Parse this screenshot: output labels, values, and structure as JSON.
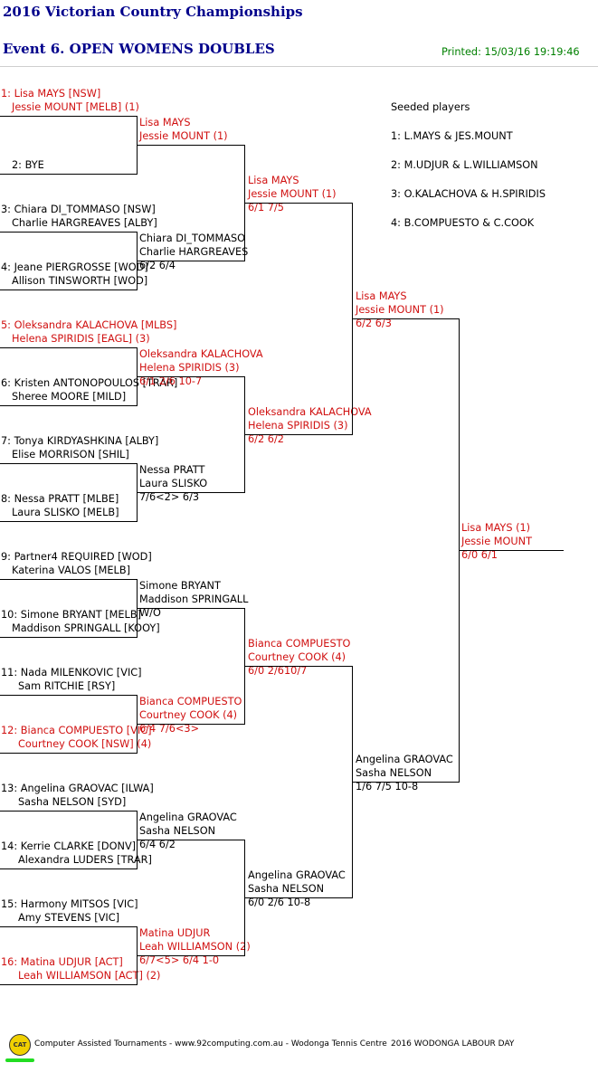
{
  "header": {
    "title": "2016 Victorian Country Championships",
    "event": "Event 6. OPEN WOMENS DOUBLES",
    "printed": "Printed: 15/03/16 19:19:46"
  },
  "seeded": {
    "heading": "Seeded players",
    "items": [
      "1: L.MAYS & JES.MOUNT",
      "2: M.UDJUR & L.WILLIAMSON",
      "3: O.KALACHOVA & H.SPIRIDIS",
      "4: B.COMPUESTO & C.COOK"
    ]
  },
  "round1": [
    {
      "l1": "1: Lisa MAYS [NSW]",
      "l2": "Jessie MOUNT [MELB] (1)"
    },
    {
      "l1": "",
      "l2": "2: BYE"
    },
    {
      "l1": "3: Chiara DI_TOMMASO [NSW]",
      "l2": "Charlie HARGREAVES [ALBY]"
    },
    {
      "l1": "4: Jeane PIERGROSSE [WOD]",
      "l2": "Allison TINSWORTH [WOD]"
    },
    {
      "l1": "5: Oleksandra KALACHOVA [MLBS]",
      "l2": "Helena SPIRIDIS [EAGL] (3)"
    },
    {
      "l1": "6: Kristen ANTONOPOULOS [TRAR]",
      "l2": "Sheree MOORE [MILD]"
    },
    {
      "l1": "7: Tonya KIRDYASHKINA [ALBY]",
      "l2": "Elise MORRISON [SHIL]"
    },
    {
      "l1": "8: Nessa PRATT [MLBE]",
      "l2": "Laura SLISKO [MELB]"
    },
    {
      "l1": "9: Partner4 REQUIRED [WOD]",
      "l2": "Katerina VALOS [MELB]"
    },
    {
      "l1": "10: Simone BRYANT [MELB]",
      "l2": "Maddison SPRINGALL [KOOY]"
    },
    {
      "l1": "11: Nada MILENKOVIC [VIC]",
      "l2": "Sam RITCHIE [RSY]"
    },
    {
      "l1": "12: Bianca COMPUESTO [VIC]",
      "l2": "Courtney COOK [NSW] (4)"
    },
    {
      "l1": "13: Angelina GRAOVAC [ILWA]",
      "l2": "Sasha NELSON [SYD]"
    },
    {
      "l1": "14: Kerrie CLARKE [DONV]",
      "l2": "Alexandra LUDERS [TRAR]"
    },
    {
      "l1": "15: Harmony MITSOS [VIC]",
      "l2": "Amy STEVENS [VIC]"
    },
    {
      "l1": "16: Matina UDJUR [ACT]",
      "l2": "Leah WILLIAMSON [ACT] (2)"
    }
  ],
  "round2": [
    {
      "l1": "Lisa MAYS",
      "l2": "Jessie MOUNT (1)",
      "score": ""
    },
    {
      "l1": "Chiara DI_TOMMASO",
      "l2": "Charlie HARGREAVES",
      "score": "6/2 6/4"
    },
    {
      "l1": "Oleksandra KALACHOVA",
      "l2": "Helena SPIRIDIS (3)",
      "score": "6/1 2/6 10-7"
    },
    {
      "l1": "Nessa PRATT",
      "l2": "Laura SLISKO",
      "score": "7/6<2> 6/3"
    },
    {
      "l1": "Simone BRYANT",
      "l2": "Maddison SPRINGALL",
      "score": "W/O"
    },
    {
      "l1": "Bianca COMPUESTO",
      "l2": "Courtney COOK (4)",
      "score": "6/4 7/6<3>"
    },
    {
      "l1": "Angelina GRAOVAC",
      "l2": "Sasha NELSON",
      "score": "6/4 6/2"
    },
    {
      "l1": "Matina UDJUR",
      "l2": "Leah WILLIAMSON (2)",
      "score": "6/7<5> 6/4 1-0"
    }
  ],
  "round3": [
    {
      "l1": "Lisa MAYS",
      "l2": "Jessie MOUNT (1)",
      "score": "6/1 7/5"
    },
    {
      "l1": "Oleksandra KALACHOVA",
      "l2": "Helena SPIRIDIS (3)",
      "score": "6/2 6/2"
    },
    {
      "l1": "Bianca COMPUESTO",
      "l2": "Courtney COOK (4)",
      "score": "6/0 2/610/7"
    },
    {
      "l1": "Angelina GRAOVAC",
      "l2": "Sasha NELSON",
      "score": "6/0 2/6 10-8"
    }
  ],
  "round4": [
    {
      "l1": "Lisa MAYS",
      "l2": "Jessie MOUNT (1)",
      "score": "6/2 6/3"
    },
    {
      "l1": "Angelina GRAOVAC",
      "l2": "Sasha NELSON",
      "score": "1/6 7/5 10-8"
    }
  ],
  "final": {
    "l1": "Lisa MAYS (1)",
    "l2": "Jessie MOUNT",
    "score": "6/0 6/1"
  },
  "footer": {
    "logo": "CAT",
    "credit": "Computer Assisted Tournaments - www.92computing.com.au -  Wodonga Tennis Centre",
    "event": "2016 WODONGA LABOUR DAY"
  },
  "colors": {
    "seed": "#d01010",
    "title": "#00008b",
    "printed": "#008000"
  }
}
